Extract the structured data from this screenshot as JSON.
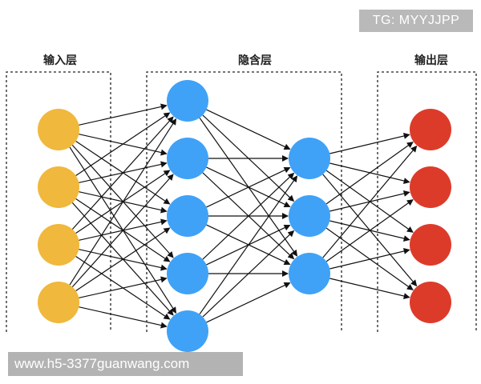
{
  "labels": {
    "input": "输入层",
    "hidden": "隐含层",
    "output": "输出层"
  },
  "watermarks": {
    "top": "TG: MYYJJPP",
    "bottom": "www.h5-3377guanwang.com"
  },
  "colors": {
    "input_node": "#f0b83c",
    "hidden_node": "#3fa2f7",
    "output_node": "#dd3b2a",
    "edge": "#111111",
    "box_border": "#222222"
  },
  "network": {
    "input_nodes": 4,
    "hidden1_nodes": 5,
    "hidden2_nodes": 3,
    "output_nodes": 4
  }
}
